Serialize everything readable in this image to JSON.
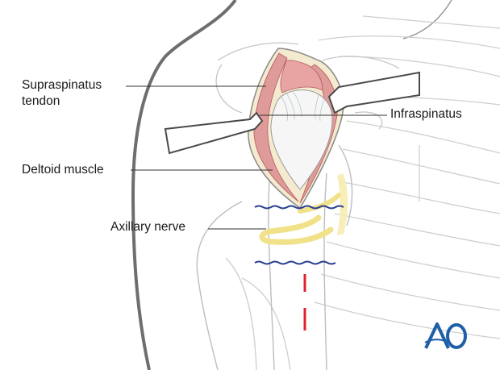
{
  "labels": {
    "supraspinatus": "Supraspinatus\ntendon",
    "infraspinatus": "Infraspinatus",
    "deltoid": "Deltoid muscle",
    "axillary": "Axillary nerve"
  },
  "logo": {
    "text": "AO",
    "color": "#1f5fa8"
  },
  "colors": {
    "outline": "#c8c8c8",
    "body_outline": "#6e6e6e",
    "muscle": "#d98c8c",
    "muscle_dark": "#b25a5a",
    "fat": "#f3e3a0",
    "nerve": "#f1e28a",
    "suture": "#2b3f8f",
    "incision": "#e0202c",
    "retractor": "#4a4a4a"
  }
}
